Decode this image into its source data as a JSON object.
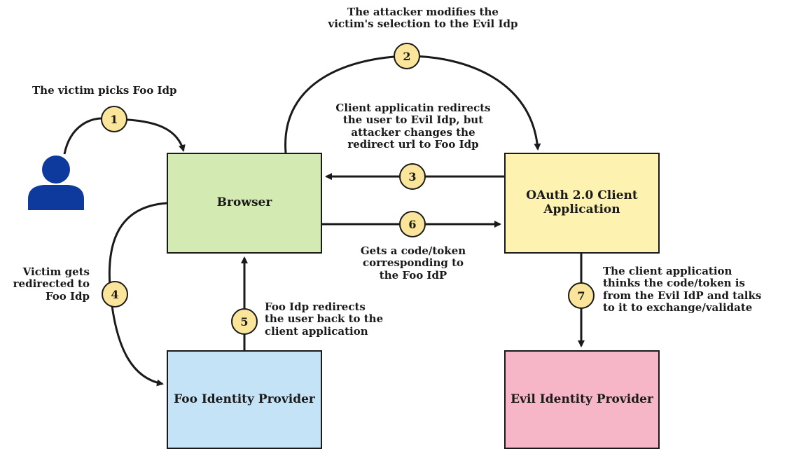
{
  "nodes": {
    "browser": "Browser",
    "oauth_client": "OAuth 2.0 Client\nApplication",
    "foo_idp": "Foo Identity Provider",
    "evil_idp": "Evil Identity Provider"
  },
  "steps": [
    {
      "number": "1",
      "text": "The victim picks Foo Idp"
    },
    {
      "number": "2",
      "text": "The attacker modifies the\nvictim's selection to the Evil Idp"
    },
    {
      "number": "3",
      "text": "Client applicatin redirects\nthe user to Evil Idp, but\nattacker changes the\nredirect url to Foo Idp"
    },
    {
      "number": "4",
      "text": "Victim gets\nredirected to\nFoo Idp"
    },
    {
      "number": "5",
      "text": "Foo Idp redirects\nthe user back to the\nclient application"
    },
    {
      "number": "6",
      "text": "Gets a code/token\ncorresponding to\nthe Foo IdP"
    },
    {
      "number": "7",
      "text": "The client application\nthinks the code/token is\nfrom the Evil IdP and talks\nto it to exchange/validate"
    }
  ],
  "colors": {
    "browser": "#d4eab3",
    "oauth_client": "#fdf2b0",
    "foo_idp": "#c5e3f6",
    "evil_idp": "#f7b6c8",
    "badge": "#fbe59a",
    "user_icon": "#0d3a9c",
    "line": "#1a1a1a"
  },
  "icons": {
    "user": "user-icon"
  }
}
